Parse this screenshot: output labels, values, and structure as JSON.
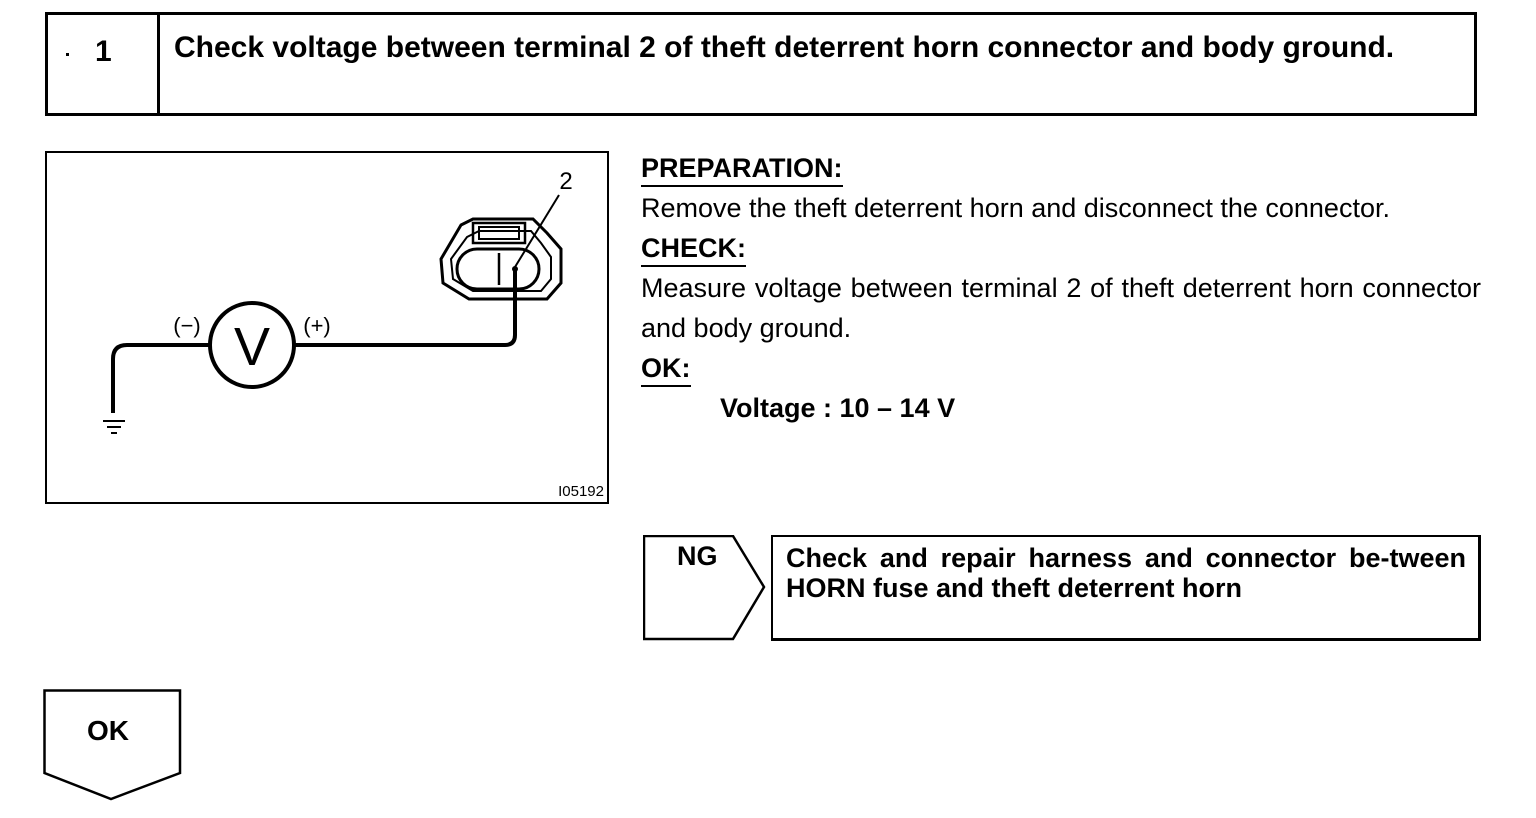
{
  "step": {
    "number": "1",
    "title": "Check voltage between terminal 2 of theft deterrent horn connector and body ground."
  },
  "diagram": {
    "terminal_label": "2",
    "meter_symbol": "V",
    "negative_label": "(−)",
    "positive_label": "(+)",
    "figure_id": "I05192"
  },
  "procedure": {
    "preparation_heading": "PREPARATION:",
    "preparation_text": "Remove the theft deterrent horn and disconnect the connector.",
    "check_heading": "CHECK:",
    "check_text": "Measure voltage between terminal 2 of theft deterrent horn connector and body ground.",
    "ok_heading": "OK:",
    "ok_spec": "Voltage : 10 – 14 V"
  },
  "ng_branch": {
    "label": "NG",
    "action": "Check and repair harness and connector be-tween HORN fuse and theft deterrent horn"
  },
  "ok_branch": {
    "label": "OK"
  }
}
